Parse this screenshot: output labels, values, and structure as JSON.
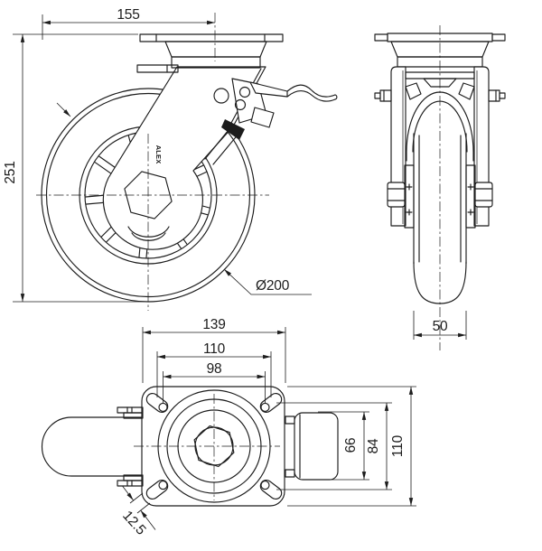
{
  "drawing": {
    "colors": {
      "line": "#1c1c1c",
      "background": "#ffffff"
    },
    "side_view": {
      "overall_length": "155",
      "overall_height": "251",
      "wheel_diameter": "Ø200",
      "brand_mark": "ALEX"
    },
    "front_view": {
      "wheel_width": "50"
    },
    "bottom_view": {
      "plate_length": "139",
      "slot_span_length": "110",
      "hole_span_length": "98",
      "plate_width": "110",
      "slot_span_width": "84",
      "pedal_width": "66",
      "slot_width": "12.5"
    }
  }
}
